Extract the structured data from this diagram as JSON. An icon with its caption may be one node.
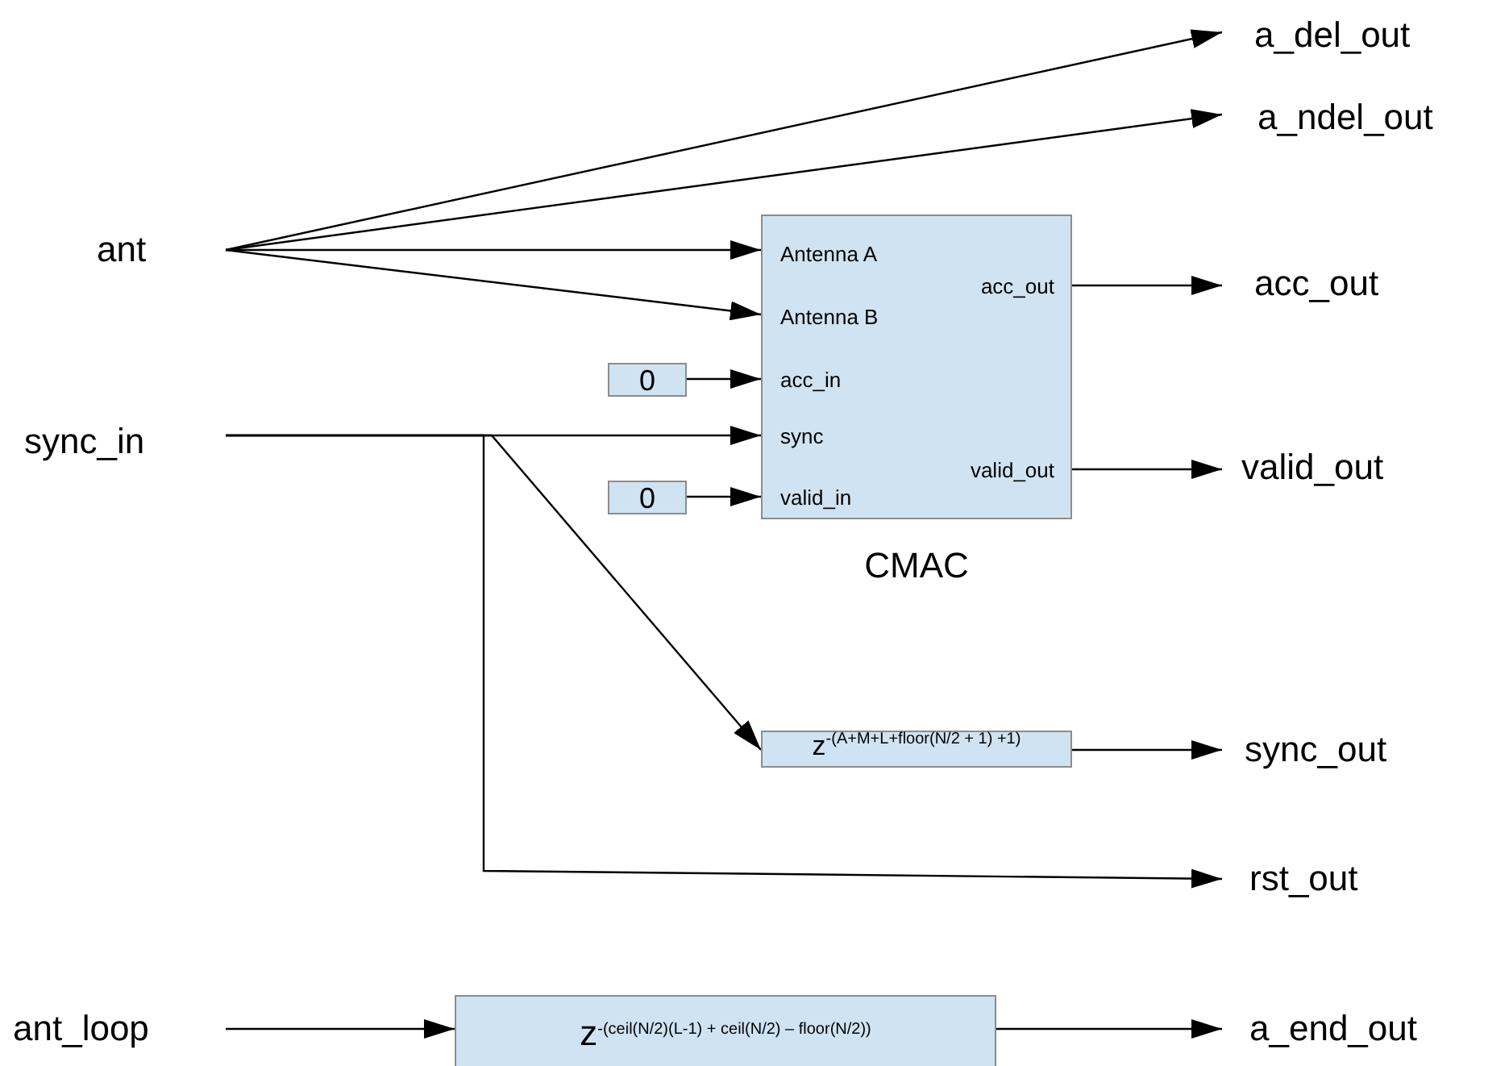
{
  "diagram": {
    "nodes": [
      {
        "text": [
          "ant"
        ]
      },
      {
        "text": [
          "sync_in"
        ]
      },
      {
        "text": [
          "ant_loop"
        ]
      },
      {
        "text": [
          "Antenna A",
          "Antenna B",
          "acc_in",
          "sync",
          "valid_in",
          "acc_out",
          "valid_out"
        ],
        "beside": [
          "CMAC"
        ]
      },
      {
        "text": [
          "0"
        ]
      },
      {
        "text": [
          "0"
        ]
      },
      {
        "text": [
          "z$^{-(A+M+L+floor(N/2 + 1) +1)}$"
        ]
      },
      {
        "text": [
          "z$^{-(ceil(N/2)(L-1) + ceil(N/2) – floor(N/2))}$"
        ]
      },
      {
        "text": [
          "a_del_out"
        ]
      },
      {
        "text": [
          "a_ndel_out"
        ]
      },
      {
        "text": [
          "acc_out"
        ]
      },
      {
        "text": [
          "valid_out"
        ]
      },
      {
        "text": [
          "sync_out"
        ]
      },
      {
        "text": [
          "rst_out"
        ]
      },
      {
        "text": [
          "a_end_out"
        ]
      }
    ],
    "edges": [
      {
        "from": 0,
        "to": 8,
        "arrow": "to"
      },
      {
        "from": 0,
        "to": 9,
        "arrow": "to"
      },
      {
        "from": 0,
        "to": 3,
        "arrow": "to"
      },
      {
        "from": 0,
        "to": 3,
        "arrow": "to"
      },
      {
        "from": 4,
        "to": 3,
        "arrow": "to"
      },
      {
        "from": 1,
        "to": 3,
        "arrow": "to"
      },
      {
        "from": 5,
        "to": 3,
        "arrow": "to"
      },
      {
        "from": 1,
        "to": 6,
        "arrow": "to"
      },
      {
        "from": 1,
        "to": 13,
        "arrow": "to"
      },
      {
        "from": 3,
        "to": 10,
        "arrow": "to"
      },
      {
        "from": 3,
        "to": 11,
        "arrow": "to"
      },
      {
        "from": 6,
        "to": 12,
        "arrow": "to"
      },
      {
        "from": 2,
        "to": 7,
        "arrow": "to"
      },
      {
        "from": 7,
        "to": 14,
        "arrow": "to"
      }
    ]
  }
}
